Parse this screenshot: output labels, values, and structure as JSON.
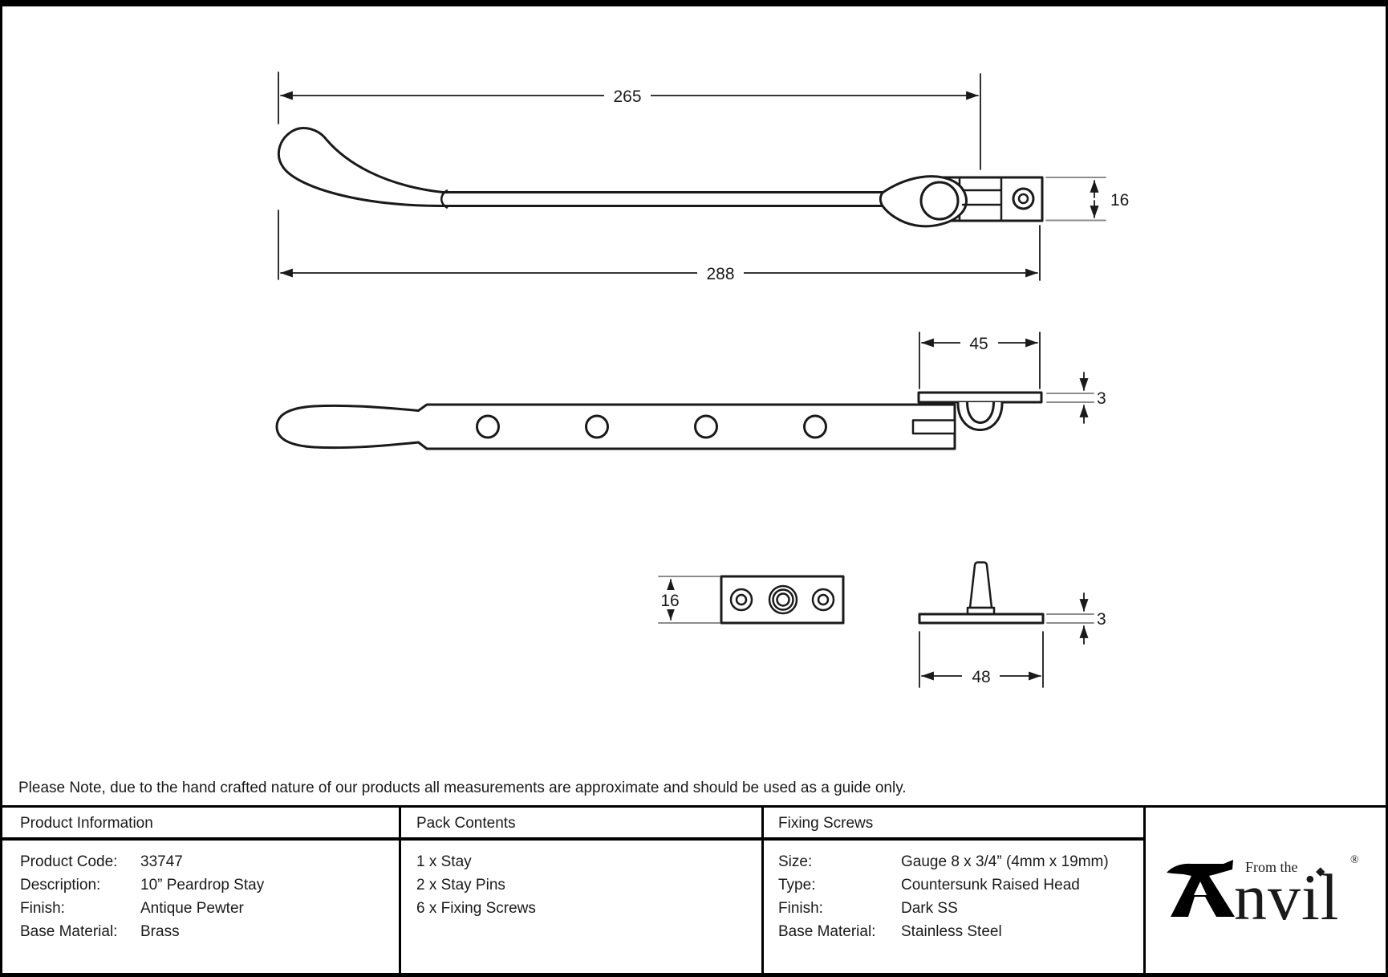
{
  "drawing": {
    "side_view": {
      "length_to_pivot": "265",
      "overall_length": "288",
      "bracket_height": "16"
    },
    "top_view": {
      "keep_width": "45",
      "keep_thickness": "3"
    },
    "keep_plate_view": {
      "plate_height": "16"
    },
    "pin_view": {
      "base_thickness": "3",
      "base_width": "48"
    }
  },
  "note": "Please Note, due to the hand crafted nature of our products all measurements are approximate and should be used as a guide only.",
  "table": {
    "product_info": {
      "header": "Product Information",
      "rows": [
        {
          "label": "Product Code:",
          "value": "33747"
        },
        {
          "label": "Description:",
          "value": "10” Peardrop Stay"
        },
        {
          "label": "Finish:",
          "value": "Antique Pewter"
        },
        {
          "label": "Base Material:",
          "value": "Brass"
        }
      ]
    },
    "pack_contents": {
      "header": "Pack Contents",
      "items": [
        "1 x Stay",
        "2 x Stay Pins",
        "6 x Fixing Screws"
      ]
    },
    "fixing_screws": {
      "header": "Fixing Screws",
      "rows": [
        {
          "label": "Size:",
          "value": "Gauge 8 x 3/4” (4mm x 19mm)"
        },
        {
          "label": "Type:",
          "value": "Countersunk Raised Head"
        },
        {
          "label": "Finish:",
          "value": "Dark SS"
        },
        {
          "label": "Base Material:",
          "value": "Stainless Steel"
        }
      ]
    },
    "logo": {
      "tagline": "From the",
      "brand_suffix": "nvil",
      "diamond": "◆",
      "registered": "®"
    }
  },
  "colors": {
    "line": "#1a1a1a",
    "extension_gray": "#8c8c8c",
    "background": "#ffffff"
  }
}
